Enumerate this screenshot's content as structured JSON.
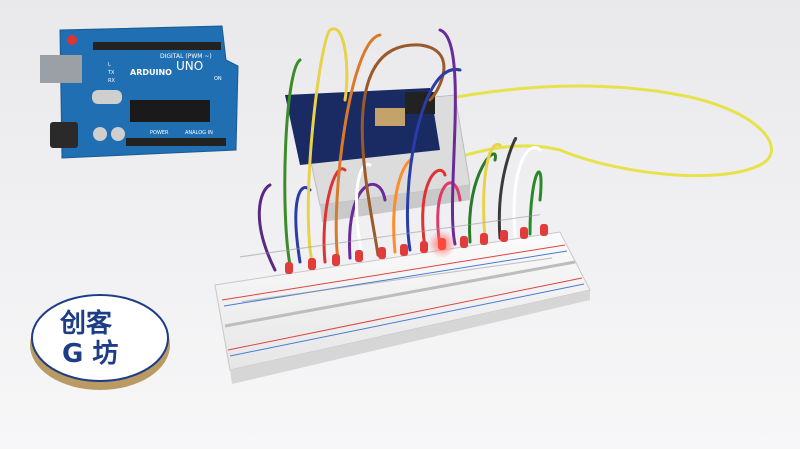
{
  "arduino_board": {
    "brand": "ARDUINO",
    "model": "UNO",
    "digital_header": "DIGITAL (PWM ~)",
    "power_header": "POWER",
    "analog_header": "ANALOG IN",
    "tx": "TX",
    "rx": "RX",
    "l": "L",
    "on": "ON",
    "board_color": "#1f6fb2"
  },
  "logo_coaster": {
    "text_top": "创客",
    "text_bottom": "G 坊",
    "accent": "#1d3d86"
  },
  "breadboard": {
    "led_count": 13,
    "lit_led_index": 7,
    "led_color": "#e23b3b"
  },
  "usb_cable": {
    "color": "#e8e84a"
  }
}
